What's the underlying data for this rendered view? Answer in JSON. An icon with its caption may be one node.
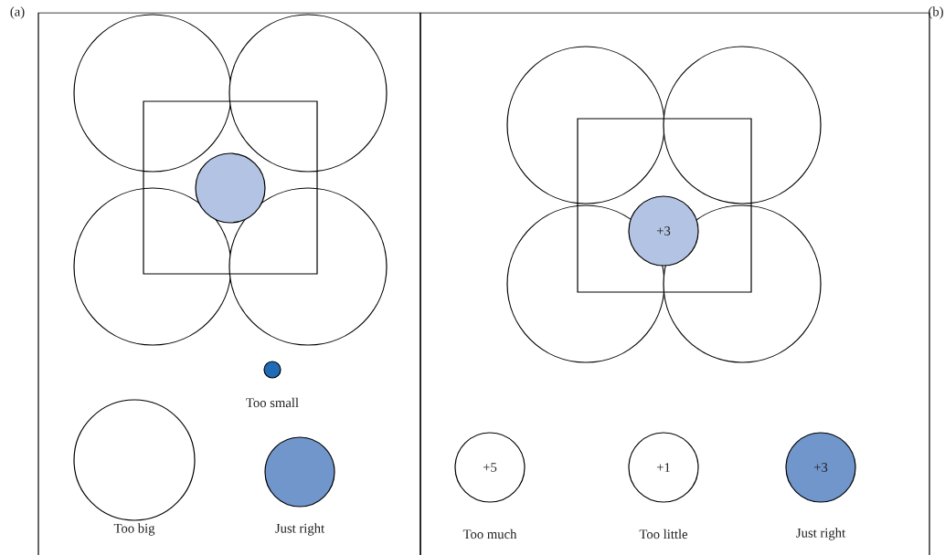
{
  "diagram": {
    "nodes": [
      {
        "text": [
          "(a)"
        ]
      },
      {
        "text": [],
        "shape": "circle",
        "in": 0
      },
      {
        "text": [],
        "shape": "circle",
        "in": 0
      },
      {
        "text": [],
        "shape": "circle",
        "in": 0
      },
      {
        "text": [],
        "shape": "circle",
        "in": 0
      },
      {
        "text": [],
        "shape": "box",
        "in": 0
      },
      {
        "text": [],
        "shape": "circle",
        "in": 5
      },
      {
        "text": [],
        "shape": "circle",
        "in": 0,
        "beside": [
          "Too small"
        ]
      },
      {
        "text": [],
        "shape": "circle",
        "in": 0,
        "beside": [
          "Too big"
        ]
      },
      {
        "text": [],
        "shape": "circle",
        "in": 0,
        "beside": [
          "Just right"
        ]
      },
      {
        "text": [
          "(b)"
        ]
      },
      {
        "text": [],
        "shape": "circle",
        "in": 10
      },
      {
        "text": [],
        "shape": "circle",
        "in": 10
      },
      {
        "text": [],
        "shape": "circle",
        "in": 10
      },
      {
        "text": [],
        "shape": "circle",
        "in": 10
      },
      {
        "text": [],
        "shape": "box",
        "in": 10
      },
      {
        "text": [
          "+3"
        ],
        "in": 15
      },
      {
        "text": [
          "+5"
        ],
        "in": 10,
        "beside": [
          "Too much"
        ]
      },
      {
        "text": [
          "+1"
        ],
        "in": 10,
        "beside": [
          "Too little"
        ]
      },
      {
        "text": [
          "+3"
        ],
        "in": 10,
        "beside": [
          "Just right"
        ]
      }
    ]
  }
}
